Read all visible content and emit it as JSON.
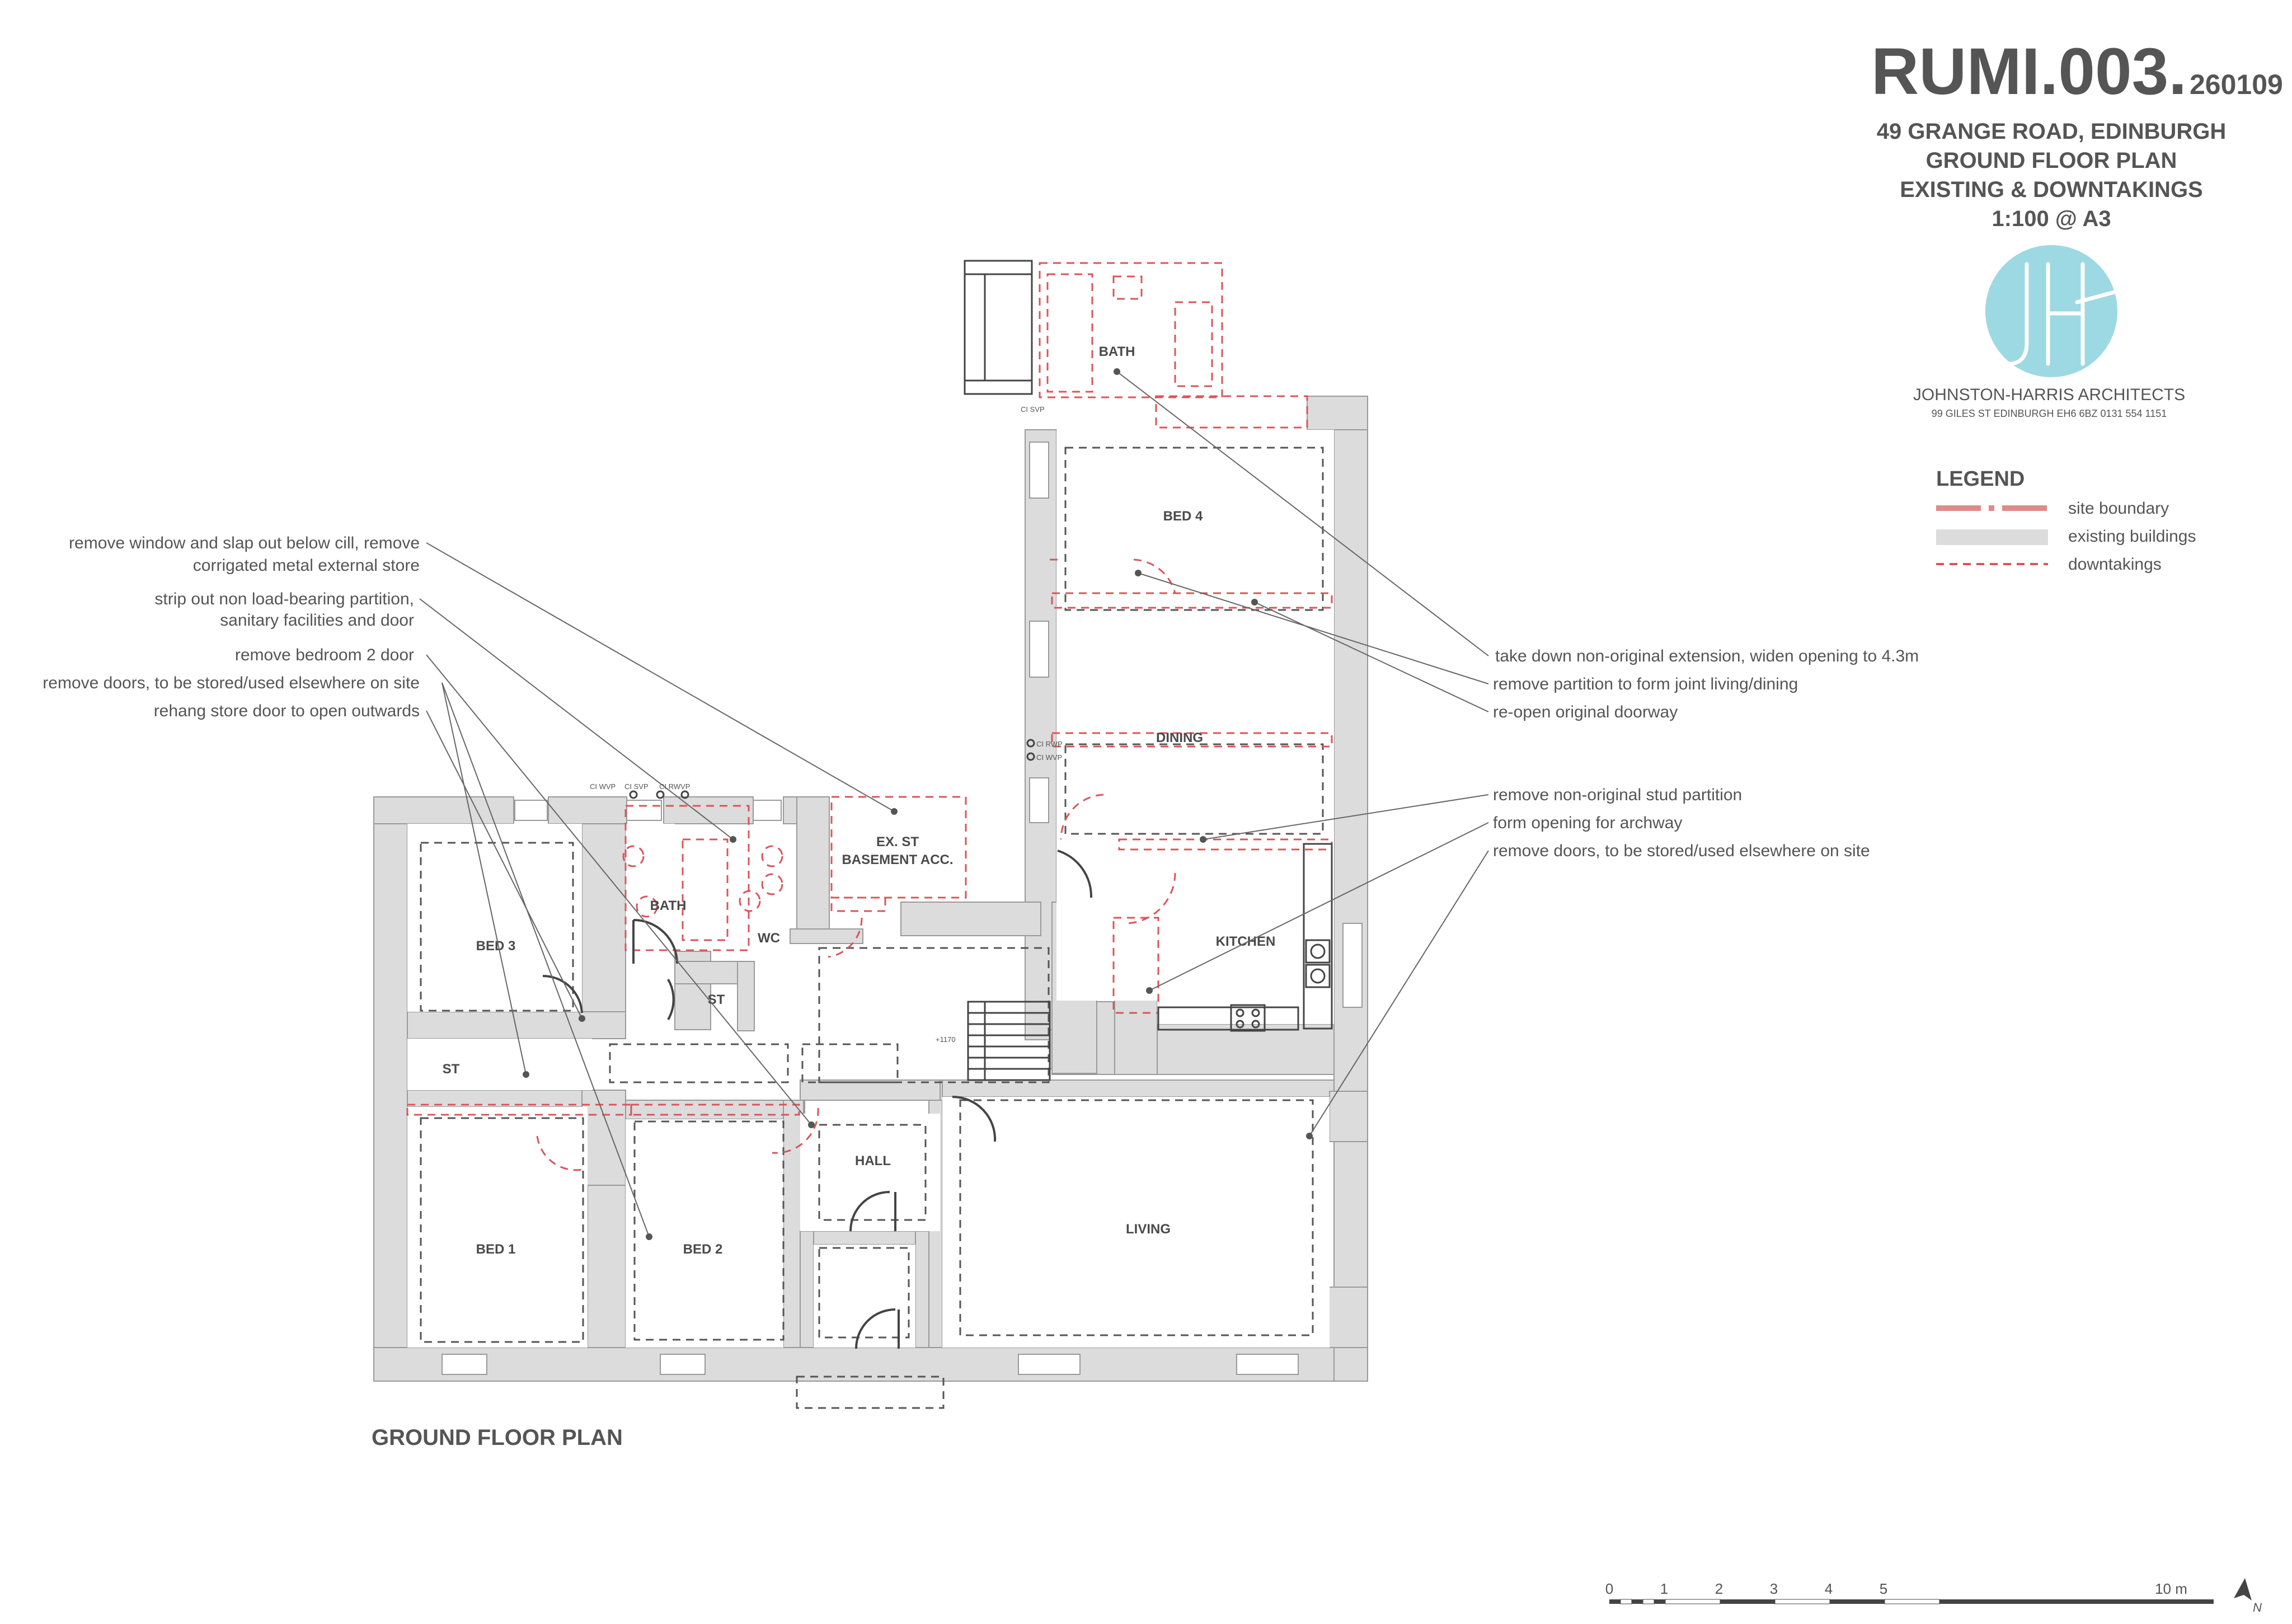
{
  "title_block": {
    "ref_main": "RUMI.003.",
    "ref_date": "260109",
    "address": "49 GRANGE ROAD, EDINBURGH",
    "drawing": "GROUND FLOOR PLAN",
    "status": "EXISTING & DOWNTAKINGS",
    "scale": "1:100 @ A3"
  },
  "practice": {
    "logo_letters": "JH",
    "name": "JOHNSTON-HARRIS ARCHITECTS",
    "address": "99 GILES ST EDINBURGH EH6 6BZ 0131 554 1151",
    "logo_color": "#9dd9e2"
  },
  "legend": {
    "title": "LEGEND",
    "items": [
      {
        "label": "site boundary",
        "color": "#e08a8a"
      },
      {
        "label": "existing buildings",
        "color": "#dcdcdc"
      },
      {
        "label": "downtakings",
        "color": "#d9555a"
      }
    ]
  },
  "drawing_title": "GROUND FLOOR PLAN",
  "rooms": {
    "bath_top": "BATH",
    "bed4": "BED 4",
    "dining": "DINING",
    "kitchen": "KITCHEN",
    "ex_st_1": "EX. ST",
    "ex_st_2": "BASEMENT ACC.",
    "bath_left": "BATH",
    "wc": "WC",
    "bed3": "BED 3",
    "st_small": "ST",
    "st_corridor": "ST",
    "hall": "HALL",
    "living": "LIVING",
    "bed1": "BED 1",
    "bed2": "BED 2"
  },
  "pipes": {
    "ci_svp_top": "CI SVP",
    "ci_rwp": "CI RWP",
    "ci_wvp": "CI WVP",
    "ci_wvp_left": "CI WVP",
    "ci_svp_left": "CI SVP",
    "ci_rwvp_left": "CI RWVP",
    "level": "+1170"
  },
  "notes_left": [
    {
      "line1": "remove window and slap out below cill, remove",
      "line2": "corrigated metal external store"
    },
    {
      "line1": "strip out non load-bearing partition,",
      "line2": "sanitary facilities and door"
    },
    {
      "line1": "remove bedroom 2 door"
    },
    {
      "line1": "remove doors, to be stored/used elsewhere on site"
    },
    {
      "line1": "rehang store door to open outwards"
    }
  ],
  "notes_right": [
    "take down non-original extension, widen opening to 4.3m",
    "remove partition to form joint living/dining",
    "re-open original doorway",
    "remove non-original stud partition",
    "form opening for archway",
    "remove doors, to be stored/used elsewhere on site"
  ],
  "scale_bar": {
    "labels": [
      "0",
      "1",
      "2",
      "3",
      "4",
      "5"
    ],
    "end_label": "10 m",
    "north": "N"
  }
}
